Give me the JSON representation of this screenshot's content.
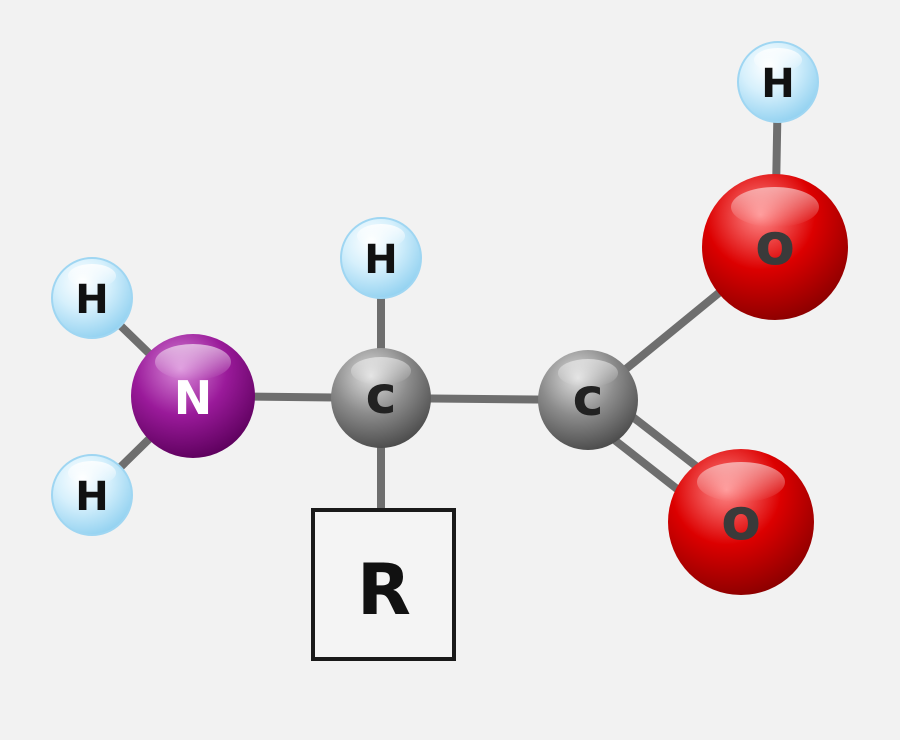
{
  "colors": {
    "background": "#f2f2f2",
    "bond": "#707070",
    "hydrogen": "#bfe6fb",
    "nitrogen": "#8e0f8e",
    "carbon": "#8a8a8a",
    "oxygen": "#d40000"
  },
  "atoms": {
    "n": "N",
    "h_n_top": "H",
    "h_n_bottom": "H",
    "c_alpha": "c",
    "h_alpha": "H",
    "r_group": "R",
    "c_carboxyl": "c",
    "o_hydroxyl": "o",
    "h_hydroxyl": "H",
    "o_carbonyl": "o"
  }
}
